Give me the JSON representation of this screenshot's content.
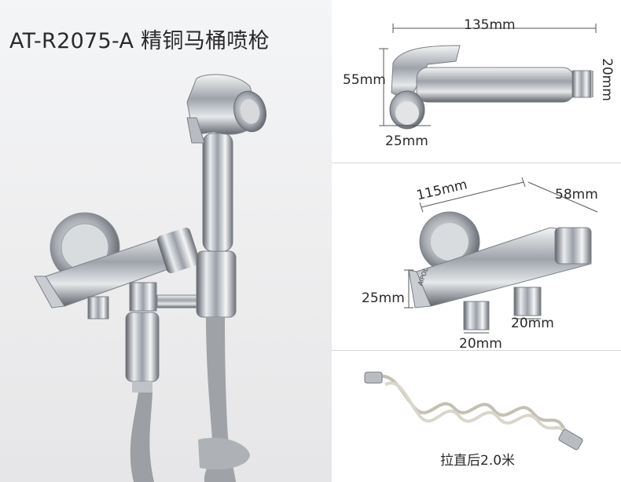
{
  "title": "AT-R2075-A 精铜马桶喷枪",
  "sprayer_dims": {
    "length": "135mm",
    "height": "55mm",
    "thread": "20mm",
    "head": "25mm"
  },
  "valve_dims": {
    "length": "115mm",
    "depth": "58mm",
    "height": "25mm",
    "outlet_left": "20mm",
    "outlet_right": "20mm",
    "logo": "AIPOL"
  },
  "hose": {
    "caption": "拉直后2.0米"
  }
}
